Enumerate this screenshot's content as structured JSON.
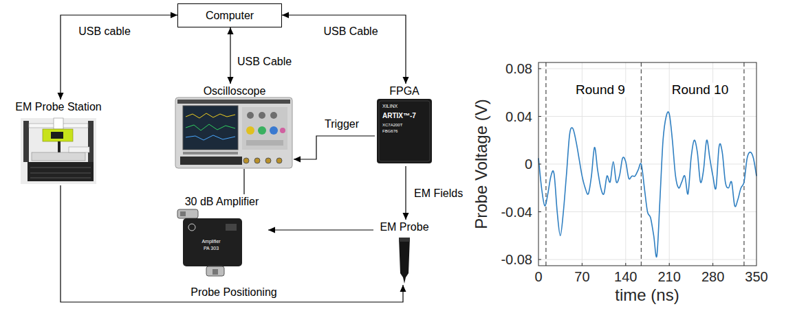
{
  "diagram": {
    "nodes": [
      {
        "text": [
          "Computer"
        ]
      },
      {
        "text": [
          "EM Probe Station"
        ]
      },
      {
        "text": [
          "Oscilloscope"
        ]
      },
      {
        "text": [
          "FPGA"
        ]
      },
      {
        "text": [
          "30 dB Amplifier"
        ]
      },
      {
        "text": [
          "EM Probe"
        ]
      }
    ],
    "edges": [
      {
        "from": 0,
        "to": 1,
        "label": "USB cable",
        "arrow": "both"
      },
      {
        "from": 0,
        "to": 2,
        "label": "USB Cable",
        "arrow": "both"
      },
      {
        "from": 0,
        "to": 3,
        "label": "USB Cable",
        "arrow": "both"
      },
      {
        "from": 3,
        "to": 2,
        "label": "Trigger",
        "arrow": "to"
      },
      {
        "from": 3,
        "to": 5,
        "label": "EM Fields",
        "arrow": "to"
      },
      {
        "from": 5,
        "to": 4,
        "arrow": "to"
      },
      {
        "from": 4,
        "to": 2,
        "arrow": "none"
      },
      {
        "from": 1,
        "to": 5,
        "label": "Probe Positioning",
        "arrow": "to"
      }
    ],
    "labels": [
      "0.08",
      "0.04",
      "0",
      "-0.04",
      "-0.08",
      "0",
      "70",
      "140",
      "210",
      "280",
      "350",
      "Round 9",
      "Round 10",
      "time (ns)",
      "Probe Voltage (V)",
      "XILINX",
      "ARTIX™-7",
      "XC7A200T",
      "FBG676",
      "Amplifier",
      "PA 303"
    ]
  }
}
